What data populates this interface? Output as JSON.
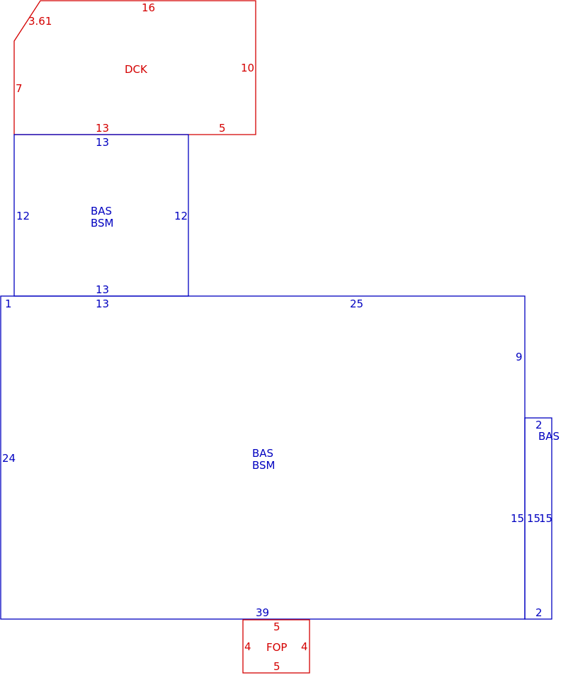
{
  "colors": {
    "red": "#d40000",
    "blue": "#0000c0"
  },
  "deck": {
    "name": "DCK",
    "dims": {
      "top": "16",
      "corner": "3.61",
      "left": "7",
      "right": "10",
      "bottom_left": "13",
      "bottom_right": "5"
    }
  },
  "upper_bsm": {
    "name": "BAS",
    "sub": "BSM",
    "dims": {
      "top": "13",
      "bottom": "13",
      "left": "12",
      "right": "12"
    }
  },
  "main_bsm": {
    "name": "BAS",
    "sub": "BSM",
    "dims": {
      "top_left_corner": "1",
      "top_under": "13",
      "top_right": "25",
      "right_upper": "9",
      "left": "24",
      "bottom": "39",
      "right_lower": "15"
    }
  },
  "side_bas": {
    "name": "BAS",
    "dims": {
      "top": "2",
      "left": "15",
      "right": "15",
      "bottom": "2"
    }
  },
  "fop": {
    "name": "FOP",
    "dims": {
      "top": "5",
      "bottom": "5",
      "left": "4",
      "right": "4"
    }
  }
}
